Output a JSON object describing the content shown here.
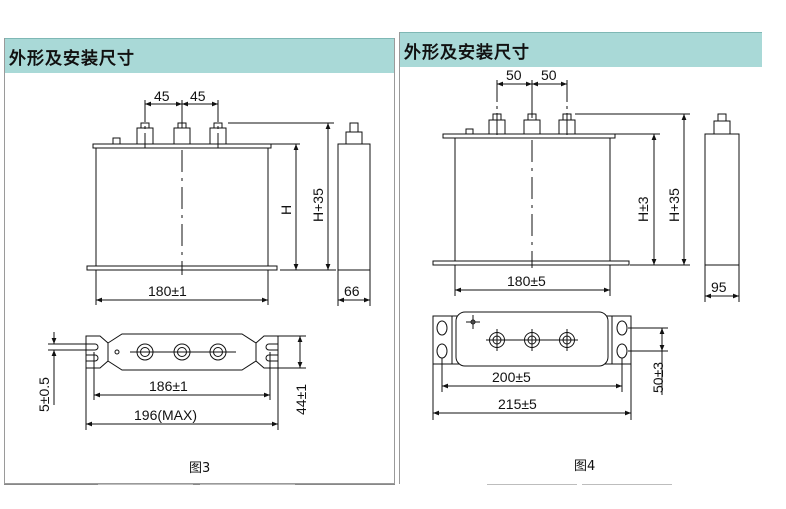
{
  "left": {
    "header": "外形及安装尺寸",
    "dims": {
      "pitch_a": "45",
      "pitch_b": "45",
      "height": "H",
      "height_total": "H+35",
      "body_width": "180±1",
      "depth": "66",
      "slot_width": "5±0.5",
      "mount_pitch": "186±1",
      "overall": "196(MAX)",
      "mount_height": "44±1"
    },
    "caption": "图3"
  },
  "right": {
    "header": "外形及安装尺寸",
    "dims": {
      "pitch_a": "50",
      "pitch_b": "50",
      "height": "H±3",
      "height_total": "H+35",
      "body_width": "180±5",
      "depth": "95",
      "mount_pitch": "200±5",
      "overall": "215±5",
      "mount_height": "50±3"
    },
    "caption": "图4"
  }
}
